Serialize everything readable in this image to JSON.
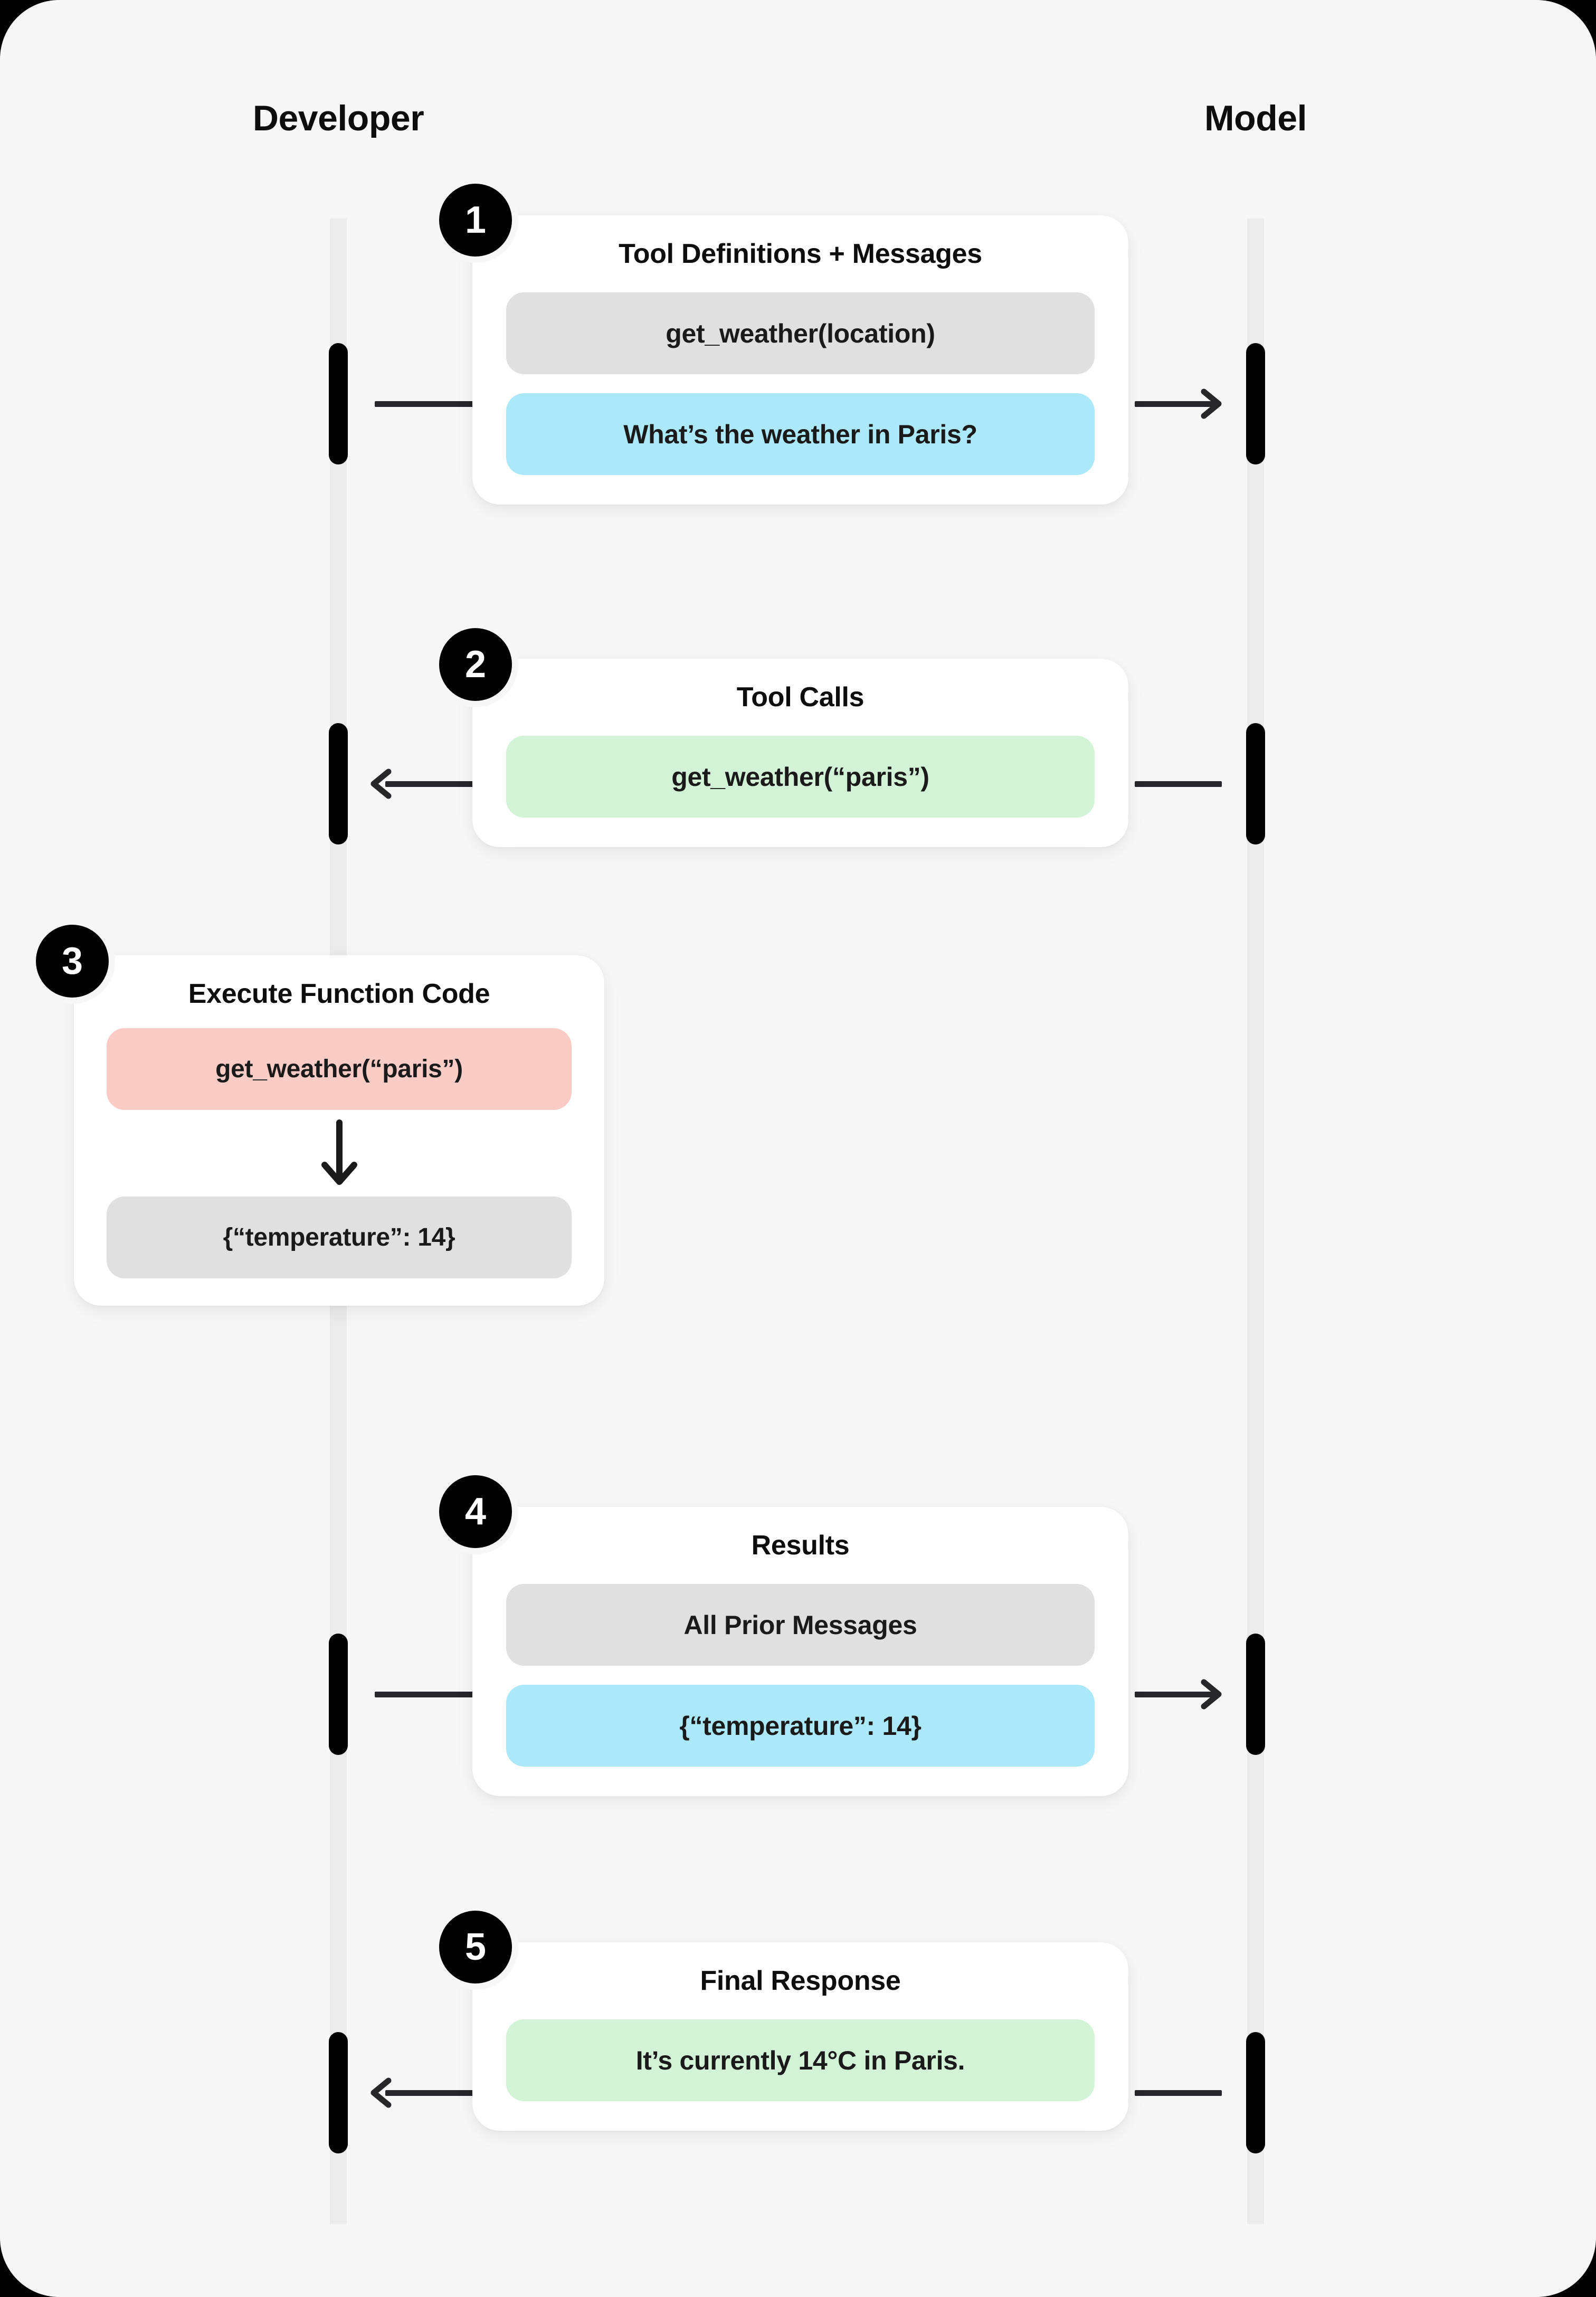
{
  "lanes": {
    "developer": "Developer",
    "model": "Model"
  },
  "colors": {
    "page_background": "#F7F7F8",
    "card_background": "#FFFFFF",
    "lifeline": "#EBEBEB",
    "activation": "#000000",
    "connector": "#26262B",
    "pill_gray": "#E0E0E0",
    "pill_blue": "#ABE8FA",
    "pill_green": "#D2F3D6",
    "pill_pink": "#FBCBC5",
    "badge_background": "#000000",
    "badge_text": "#FFFFFF"
  },
  "steps": [
    {
      "number": "1",
      "title": "Tool Definitions + Messages",
      "pills": [
        {
          "text": "get_weather(location)",
          "color": "gray"
        },
        {
          "text": "What’s the weather in Paris?",
          "color": "blue"
        }
      ],
      "direction": "developer-to-model"
    },
    {
      "number": "2",
      "title": "Tool Calls",
      "pills": [
        {
          "text": "get_weather(“paris”)",
          "color": "green"
        }
      ],
      "direction": "model-to-developer"
    },
    {
      "number": "3",
      "title": "Execute Function Code",
      "pills": [
        {
          "text": "get_weather(“paris”)",
          "color": "pink"
        },
        {
          "text": "{“temperature”: 14}",
          "color": "gray"
        }
      ],
      "direction": "internal-developer"
    },
    {
      "number": "4",
      "title": "Results",
      "pills": [
        {
          "text": "All Prior Messages",
          "color": "gray"
        },
        {
          "text": "{“temperature”: 14}",
          "color": "blue"
        }
      ],
      "direction": "developer-to-model"
    },
    {
      "number": "5",
      "title": "Final Response",
      "pills": [
        {
          "text": "It’s currently 14°C in Paris.",
          "color": "green"
        }
      ],
      "direction": "model-to-developer"
    }
  ]
}
